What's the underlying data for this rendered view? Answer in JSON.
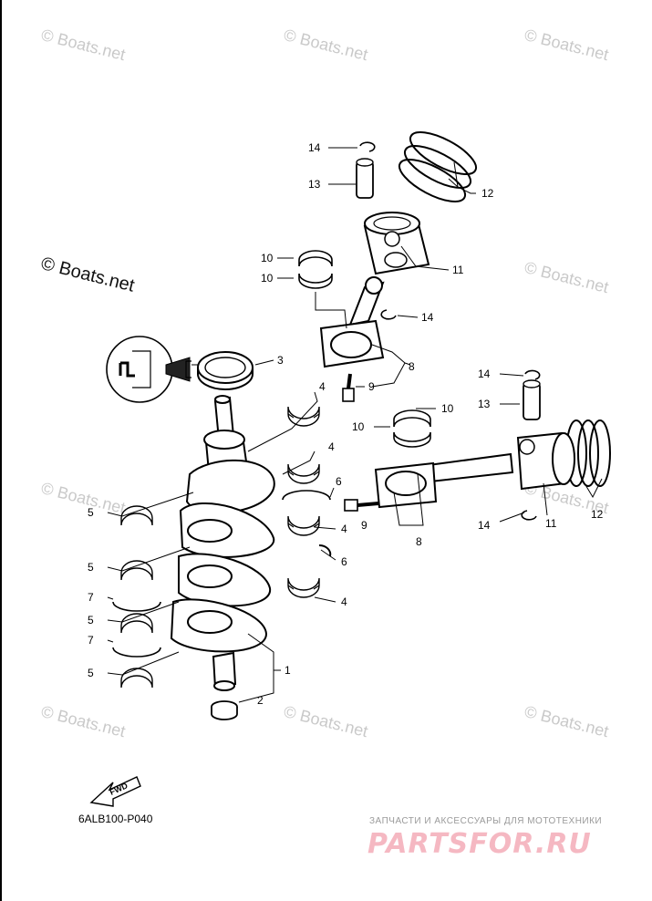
{
  "watermark": "© Boats.net",
  "diagram_code": "6ALB100-P040",
  "fwd_label": "FWD",
  "brand": {
    "tagline": "ЗАПЧАСТИ И АКСЕССУАРЫ ДЛЯ МОТОТЕХНИКИ",
    "name": "PARTSFOR.RU"
  },
  "callouts": [
    "1",
    "2",
    "3",
    "4",
    "4",
    "4",
    "4",
    "5",
    "5",
    "5",
    "5",
    "6",
    "6",
    "7",
    "7",
    "8",
    "8",
    "9",
    "9",
    "10",
    "10",
    "10",
    "10",
    "11",
    "11",
    "12",
    "12",
    "13",
    "13",
    "14",
    "14",
    "14",
    "14"
  ]
}
